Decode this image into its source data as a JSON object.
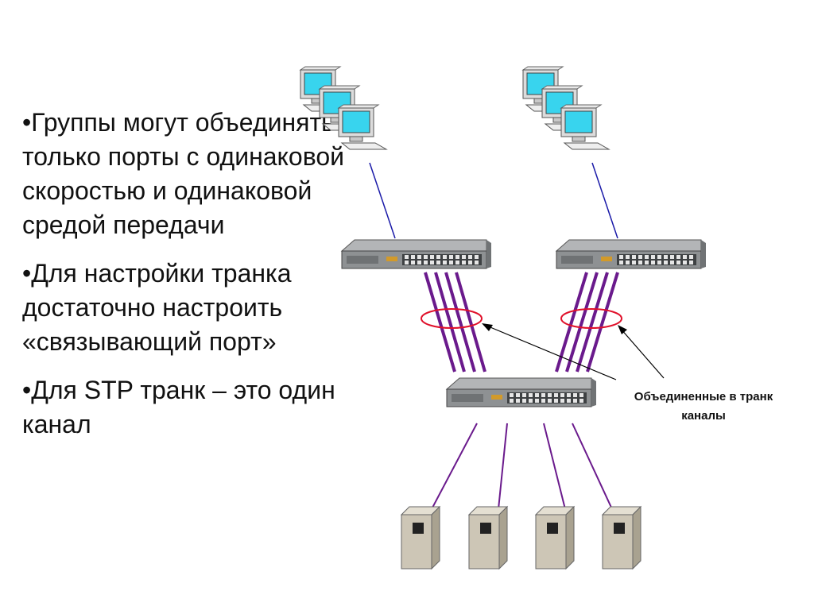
{
  "bullets": [
    "•Группы могут объединять только порты с одинаковой скоростью и одинаковой средой передачи",
    "•Для настройки транка достаточно настроить «связывающий порт»",
    "•Для STP транк – это один канал"
  ],
  "caption": {
    "line1": "Объединенные в транк",
    "line2": "каналы"
  },
  "colors": {
    "trunk_link": "#6a1a8c",
    "pc_link": "#1a1aa8",
    "trunk_ellipse": "#e0102a",
    "pointer": "#000000",
    "switch_body": "#8e9193",
    "monitor_screen": "#38d4ee",
    "server_body": "#cdc6b6"
  },
  "icons": [
    "computer-icon",
    "switch-icon",
    "server-icon"
  ]
}
